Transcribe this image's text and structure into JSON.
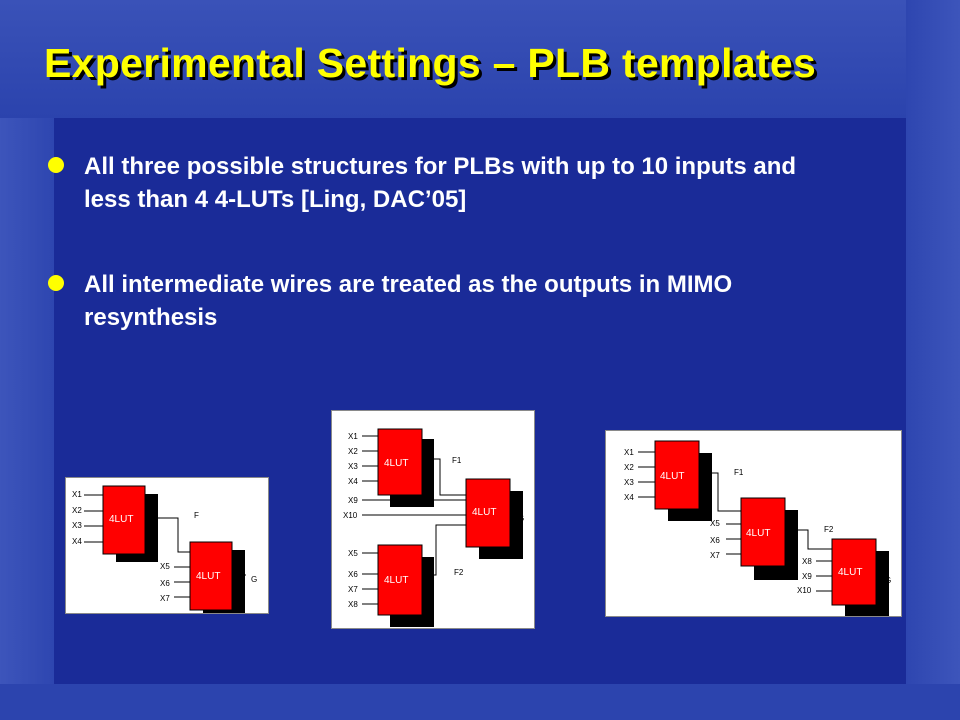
{
  "slide": {
    "title": "Experimental Settings – PLB templates",
    "bullets": [
      {
        "text": "All three possible structures for PLBs with up to 10 inputs and less than 4 4-LUTs [Ling, DAC’05]"
      },
      {
        "text": "All intermediate wires are treated as the outputs in MIMO resynthesis"
      }
    ]
  },
  "diagrams": {
    "d1": {
      "lut_label": "4LUT",
      "lut1_inputs": [
        "X1",
        "X2",
        "X3",
        "X4"
      ],
      "lut1_output": "F",
      "lut2_inputs": [
        "X5",
        "X6",
        "X7"
      ],
      "lut2_output": "G"
    },
    "d2": {
      "lut_label": "4LUT",
      "lut1_inputs": [
        "X1",
        "X2",
        "X3",
        "X4"
      ],
      "lut1_output": "F1",
      "extra_inputs": [
        "X9",
        "X10"
      ],
      "lut3_inputs": [
        "X5",
        "X6",
        "X7",
        "X8"
      ],
      "lut3_output": "F2",
      "lut2_output": "G"
    },
    "d3": {
      "lut_label": "4LUT",
      "lut1_inputs": [
        "X1",
        "X2",
        "X3",
        "X4"
      ],
      "lut1_output": "F1",
      "lut2_inputs": [
        "X5",
        "X6",
        "X7"
      ],
      "lut2_output": "F2",
      "lut3_inputs": [
        "X8",
        "X9",
        "X10"
      ],
      "lut3_output": "G"
    }
  },
  "colors": {
    "background": "#1a2b98",
    "title": "#ffff00",
    "bullet_dot": "#ffff00",
    "lut_fill": "#ff0000",
    "lut_shadow": "#000000"
  }
}
